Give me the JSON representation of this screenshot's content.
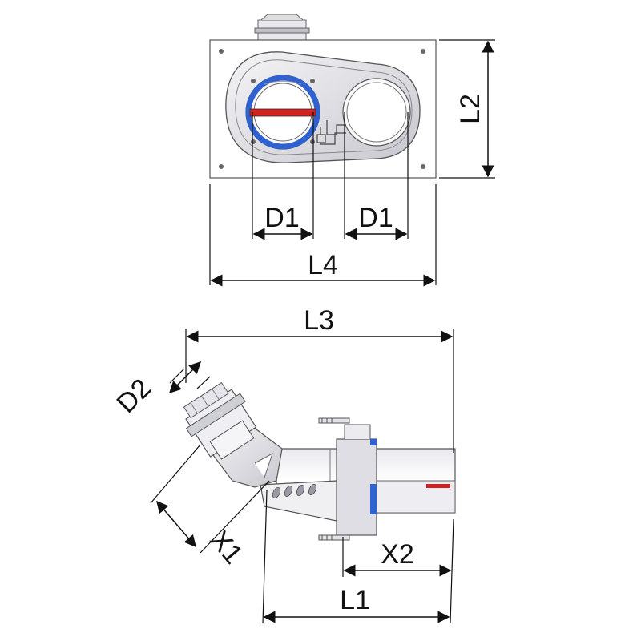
{
  "drawing": {
    "top_view": {
      "labels": {
        "d1_left": "D1",
        "d1_right": "D1",
        "l4": "L4",
        "l2": "L2"
      },
      "colors": {
        "outlet_ring": "#2f62d0",
        "label_band": "#d21f1f"
      }
    },
    "side_view": {
      "labels": {
        "l3": "L3",
        "d2": "D2",
        "x1": "X1",
        "x2": "X2",
        "l1": "L1"
      },
      "colors": {
        "ring_accent": "#2f62d0",
        "mark_accent": "#d21f1f"
      }
    }
  }
}
